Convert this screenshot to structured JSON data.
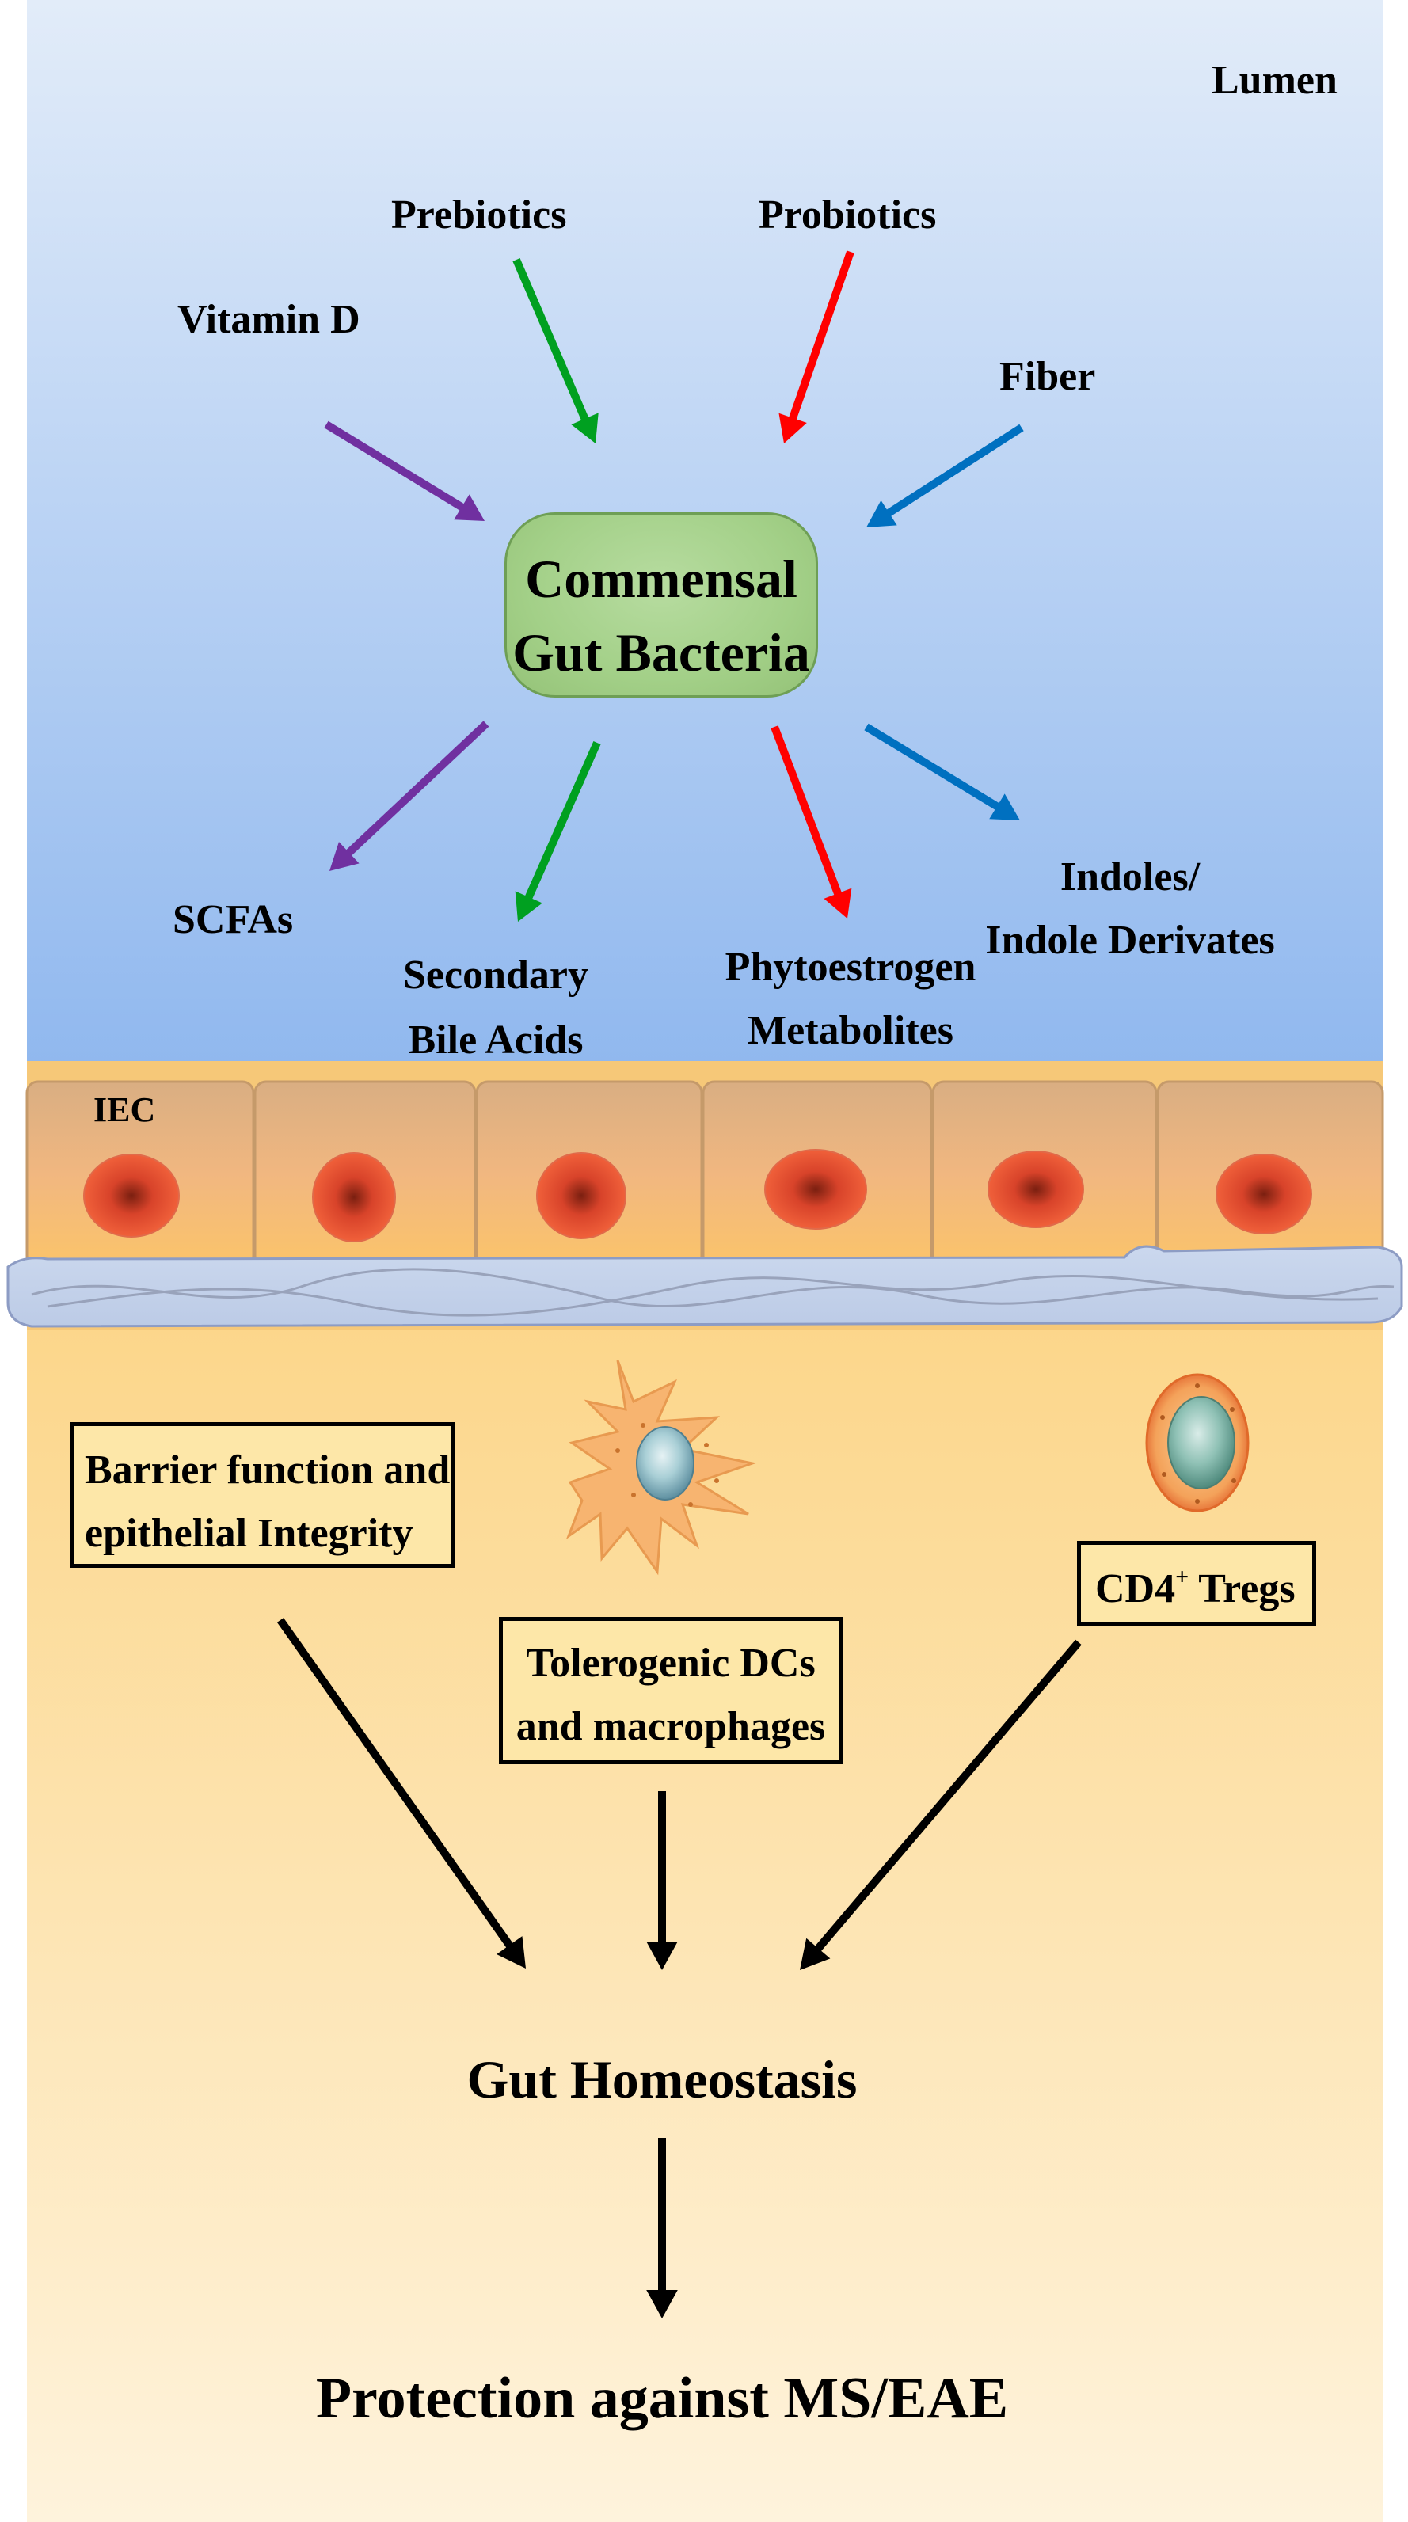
{
  "diagram": {
    "lumen_label": "Lumen",
    "center_node": {
      "line1": "Commensal",
      "line2": "Gut Bacteria"
    },
    "inputs": {
      "vitamin_d": "Vitamin D",
      "prebiotics": "Prebiotics",
      "probiotics": "Probiotics",
      "fiber": "Fiber"
    },
    "outputs": {
      "scfas": "SCFAs",
      "secondary_bile_acids": {
        "line1": "Secondary",
        "line2": "Bile Acids"
      },
      "phytoestrogen_metabolites": {
        "line1": "Phytoestrogen",
        "line2": "Metabolites"
      },
      "indoles": {
        "line1": "Indoles/",
        "line2": "Indole Derivates"
      }
    },
    "iec_label": "IEC",
    "effects": {
      "barrier": {
        "line1": "Barrier function and",
        "line2": "epithelial Integrity"
      },
      "tolerogenic": {
        "line1": "Tolerogenic DCs",
        "line2": "and macrophages"
      },
      "tregs": {
        "base": "CD4",
        "sup": "+",
        "rest": " Tregs"
      }
    },
    "homeostasis": "Gut Homeostasis",
    "protection": "Protection against MS/EAE"
  },
  "colors": {
    "purple": "#7030a0",
    "green": "#00a020",
    "red": "#ff0000",
    "blue": "#0070c0",
    "black": "#000000",
    "lumen_top": "#dfeaf8",
    "lumen_bottom": "#8fb8ee",
    "lamina_top": "#fcd98a",
    "lamina_bottom": "#fdf1d6"
  }
}
